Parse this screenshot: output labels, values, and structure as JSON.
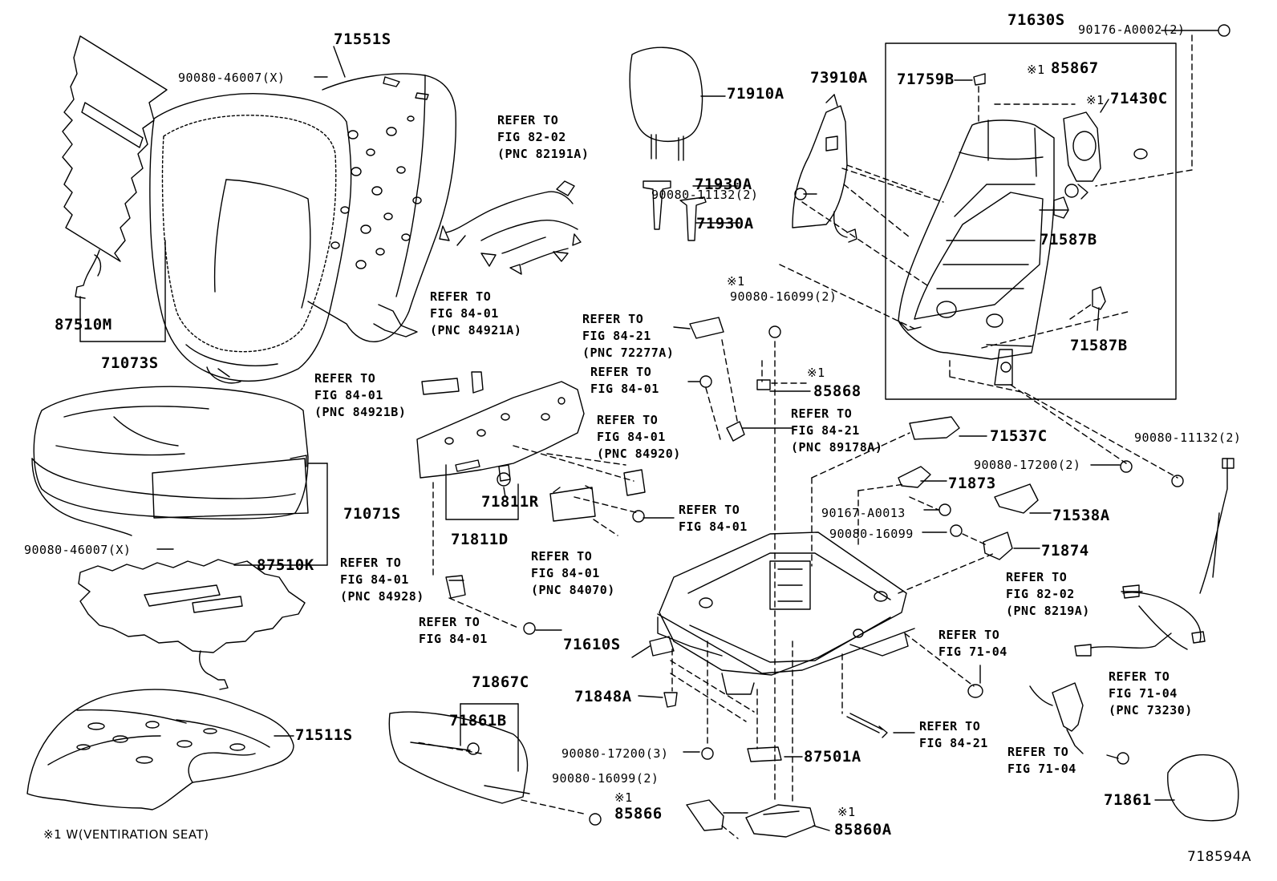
{
  "labels": {
    "p71551S": "71551S",
    "p90080_46007_top": "90080-46007(X)",
    "p87510M": "87510M",
    "p71073S": "71073S",
    "p71071S": "71071S",
    "p90080_46007_bot": "90080-46007(X)",
    "p87510K": "87510K",
    "p71511S": "71511S",
    "p71910A": "71910A",
    "p71930A_1": "71930A",
    "p71930A_2": "71930A",
    "p73910A": "73910A",
    "p90080_11132_a": "90080-11132(2)",
    "p90080_16099_a": "90080-16099(2)",
    "p85868": "85868",
    "p71630S": "71630S",
    "p90176": "90176-A0002(2)",
    "p71759B": "71759B",
    "p85867": "85867",
    "p71430C": "71430C",
    "p71587B_1": "71587B",
    "p71587B_2": "71587B",
    "p90080_11132_b": "90080-11132(2)",
    "p90080_17200_a": "90080-17200(2)",
    "p71537C": "71537C",
    "p71873": "71873",
    "p90167": "90167-A0013",
    "p71538A": "71538A",
    "p90080_16099_b": "90080-16099",
    "p71874": "71874",
    "p71811R": "71811R",
    "p71811D": "71811D",
    "p71610S": "71610S",
    "p71848A": "71848A",
    "p71867C": "71867C",
    "p71861B": "71861B",
    "p90080_17200_b": "90080-17200(3)",
    "p87501A": "87501A",
    "p90080_16099_c": "90080-16099(2)",
    "p85866": "85866",
    "p85860A": "85860A",
    "p71861": "71861",
    "code": "718594A"
  },
  "marks": {
    "m1": "※1",
    "m2": "※1",
    "m3": "※1",
    "m4": "※1",
    "m5": "※1",
    "m6": "※1"
  },
  "refs": {
    "r1": [
      "REFER TO",
      "FIG 82-02",
      "(PNC 82191A)"
    ],
    "r2": [
      "REFER TO",
      "FIG 84-01",
      "(PNC 84921A)"
    ],
    "r3": [
      "REFER TO",
      "FIG 84-01",
      "(PNC 84921B)"
    ],
    "r4": [
      "REFER TO",
      "FIG 84-21",
      "(PNC 72277A)"
    ],
    "r5": [
      "REFER TO",
      "FIG 84-01"
    ],
    "r6": [
      "REFER TO",
      "FIG 84-21",
      "(PNC 89178A)"
    ],
    "r7": [
      "REFER TO",
      "FIG 84-01",
      "(PNC 84920)"
    ],
    "r8": [
      "REFER TO",
      "FIG 84-01"
    ],
    "r9": [
      "REFER TO",
      "FIG 84-01",
      "(PNC 84070)"
    ],
    "r10": [
      "REFER TO",
      "FIG 84-01",
      "(PNC 84928)"
    ],
    "r11": [
      "REFER TO",
      "FIG 84-01"
    ],
    "r12": [
      "REFER TO",
      "FIG 82-02",
      "(PNC 8219A)"
    ],
    "r13": [
      "REFER TO",
      "FIG 71-04"
    ],
    "r14": [
      "REFER TO",
      "FIG 71-04",
      "(PNC 73230)"
    ],
    "r15": [
      "REFER TO",
      "FIG 84-21"
    ],
    "r16": [
      "REFER TO",
      "FIG 71-04"
    ]
  },
  "footnote": "※1 W(VENTIRATION SEAT)"
}
